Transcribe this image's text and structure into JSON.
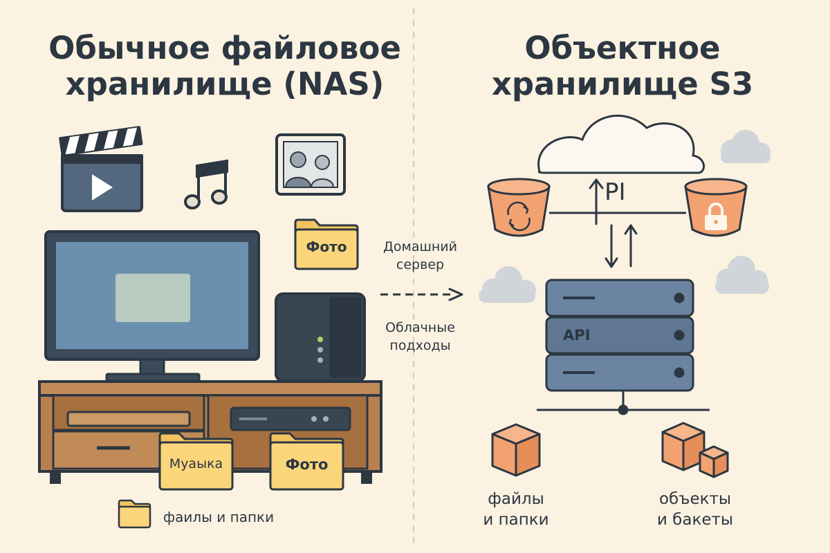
{
  "left": {
    "title_line1": "Обычное файловое",
    "title_line2": "хранилище (NAS)",
    "folder_photo_small": "Фото",
    "folder_music": "Муаыка",
    "folder_photo_large": "Фото",
    "legend_label": "фаилы и папки"
  },
  "middle": {
    "label_top_line1": "Домашний",
    "label_top_line2": "сервер",
    "label_bottom_line1": "Облачные",
    "label_bottom_line2": "подходы"
  },
  "right": {
    "title_line1": "Объектное",
    "title_line2": "хранилище S3",
    "cloud_label": "PI",
    "server_label": "API",
    "label_files_line1": "файлы",
    "label_files_line2": "и папки",
    "label_objects_line1": "объекты",
    "label_objects_line2": "и бакеты"
  },
  "colors": {
    "background": "#fcf2e1",
    "ink": "#2c3742",
    "folder": "#fbd57a",
    "bucket": "#f2a271",
    "server": "#5f7793",
    "cabinet": "#b8804f",
    "tv_screen": "#6b8fae",
    "cloud_grey": "#cfd5d8"
  },
  "icons": [
    "film-clapper-icon",
    "music-note-icon",
    "photo-frame-icon",
    "folder-icon",
    "bucket-icon",
    "sync-icon",
    "lock-icon",
    "cloud-icon",
    "server-icon",
    "cube-icon",
    "arrow-icon"
  ]
}
